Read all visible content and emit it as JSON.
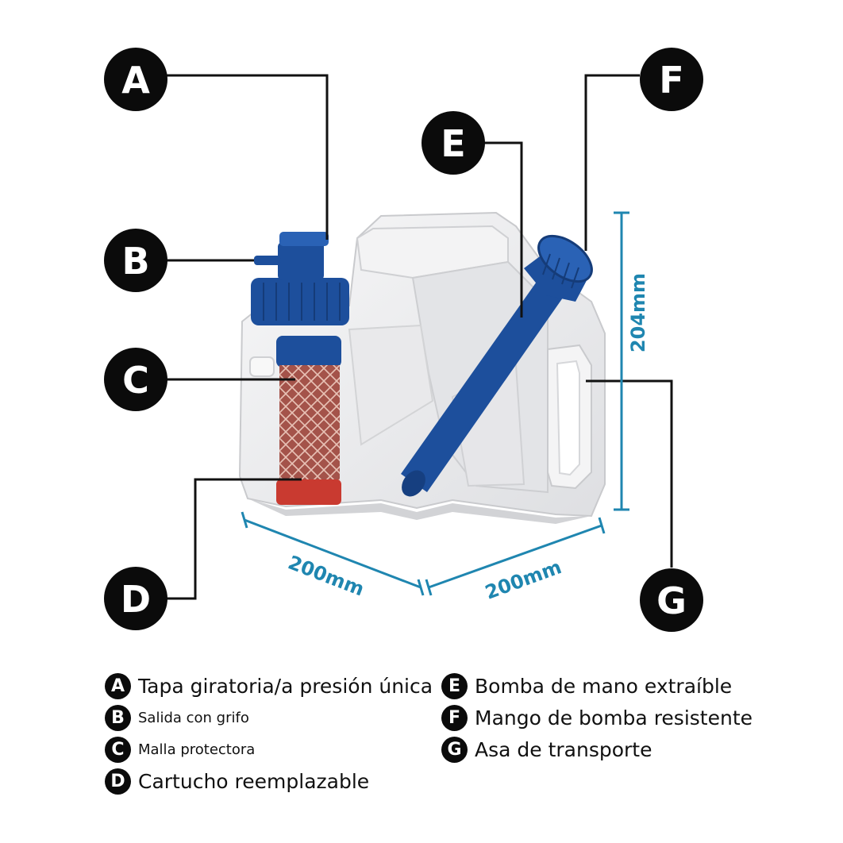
{
  "callouts": {
    "A": "A",
    "B": "B",
    "C": "C",
    "D": "D",
    "E": "E",
    "F": "F",
    "G": "G"
  },
  "dimensions": {
    "height": "204mm",
    "depth": "200mm",
    "width": "200mm"
  },
  "legend": [
    {
      "letter": "A",
      "text": "Tapa giratoria/a presión única"
    },
    {
      "letter": "B",
      "text": "Salida con grifo"
    },
    {
      "letter": "C",
      "text": "Malla protectora"
    },
    {
      "letter": "D",
      "text": "Cartucho reemplazable"
    },
    {
      "letter": "E",
      "text": "Bomba de mano extraíble"
    },
    {
      "letter": "F",
      "text": "Mango de bomba resistente"
    },
    {
      "letter": "G",
      "text": "Asa de transporte"
    }
  ],
  "colors": {
    "container": "#ececed",
    "blue_parts": "#1d4f9c",
    "filter_mesh": "#a4534a",
    "filter_base": "#c93a30",
    "dimension": "#1f86b0"
  }
}
